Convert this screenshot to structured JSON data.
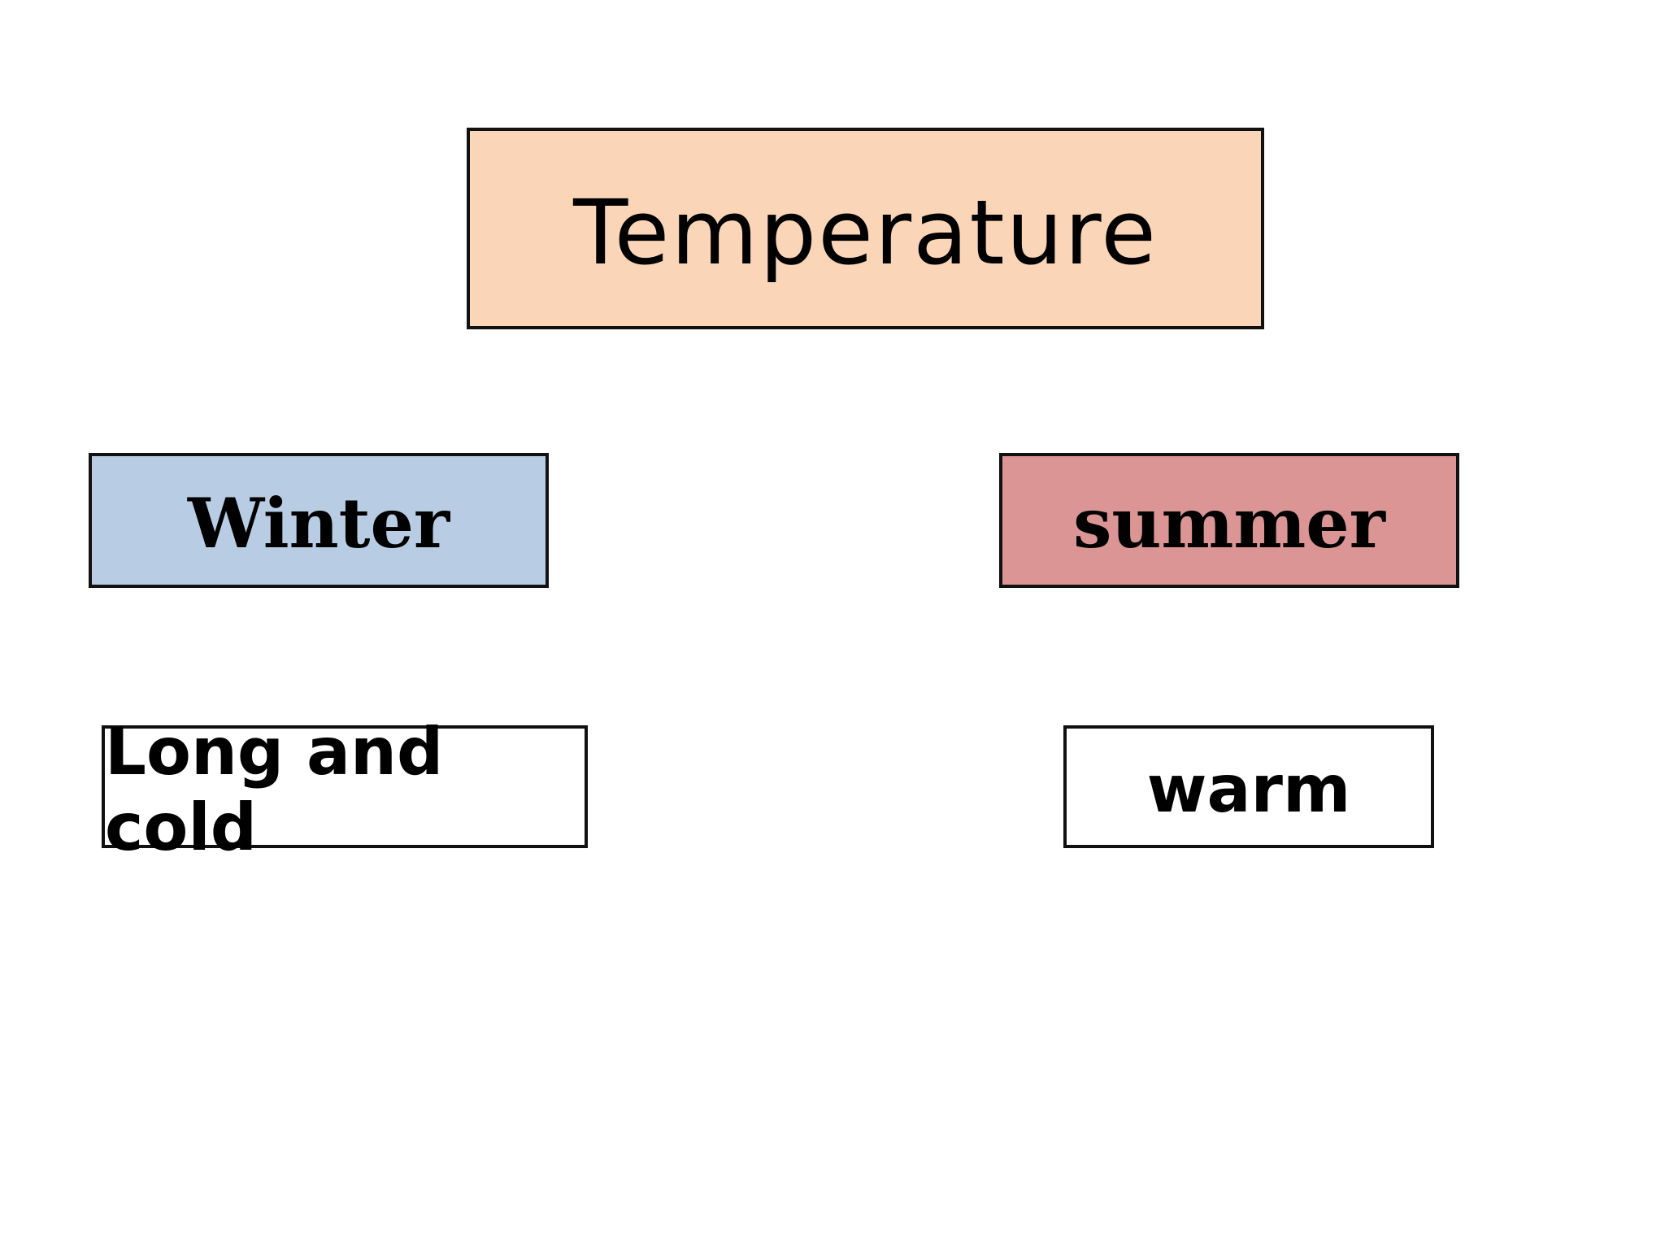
{
  "diagram": {
    "title": "Temperature",
    "nodes": [
      {
        "label": "Winter",
        "color": "#b8cde4",
        "description": "Long and cold"
      },
      {
        "label": "summer",
        "color": "#da9594",
        "description": "warm"
      }
    ],
    "title_color": "#fad5b7"
  }
}
